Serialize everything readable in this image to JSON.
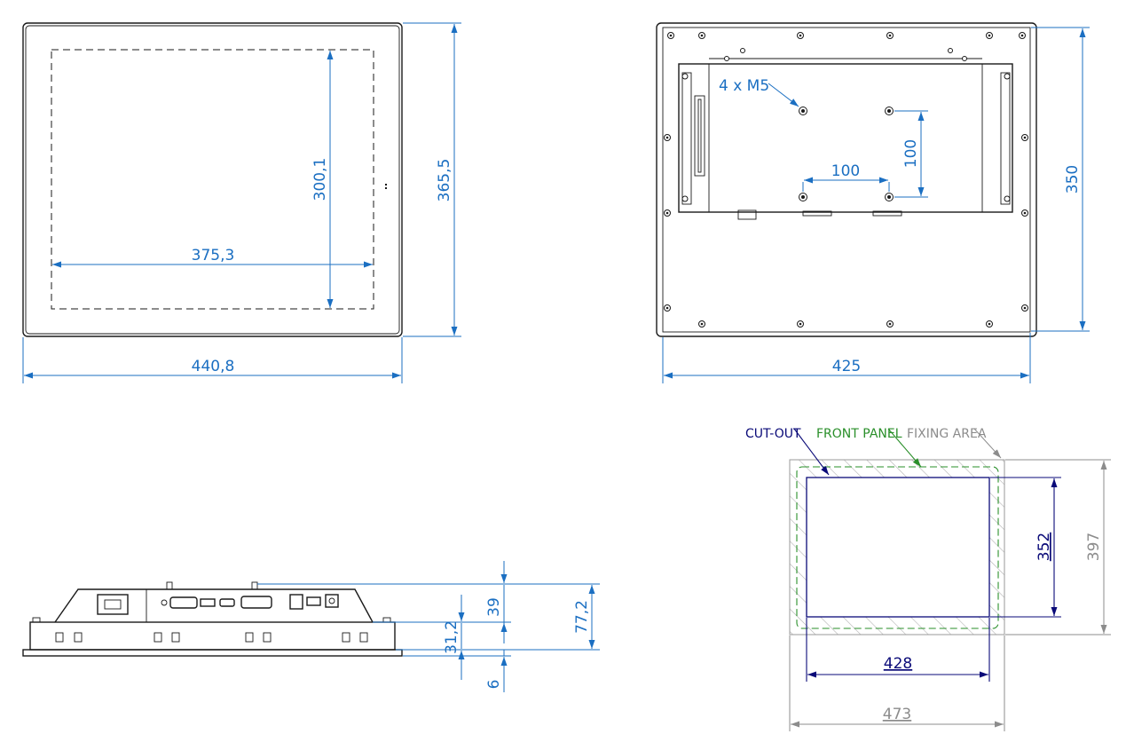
{
  "front_view": {
    "dim_width": "440,8",
    "dim_height": "365,5",
    "dim_screen_width": "375,3",
    "dim_screen_height": "300,1"
  },
  "rear_view": {
    "dim_width": "425",
    "dim_height": "350",
    "dim_hole_h": "100",
    "dim_hole_v": "100",
    "hole_label": "4 x M5"
  },
  "side_view": {
    "dim_total": "77,2",
    "dim_top": "39",
    "dim_body": "31,2",
    "dim_panel": "6"
  },
  "cutout_view": {
    "label_cutout": "CUT-OUT",
    "label_front_panel": "FRONT PANEL",
    "label_fixing_area": "FIXING AREA",
    "dim_cutout_width": "428",
    "dim_cutout_height": "352",
    "dim_outer_width": "473",
    "dim_outer_height": "397"
  },
  "colors": {
    "dimension": "#1b6fc2",
    "cutout": "#0a0a78",
    "front_panel": "#2a8f2a",
    "fixing_area": "#8c8c8c"
  }
}
